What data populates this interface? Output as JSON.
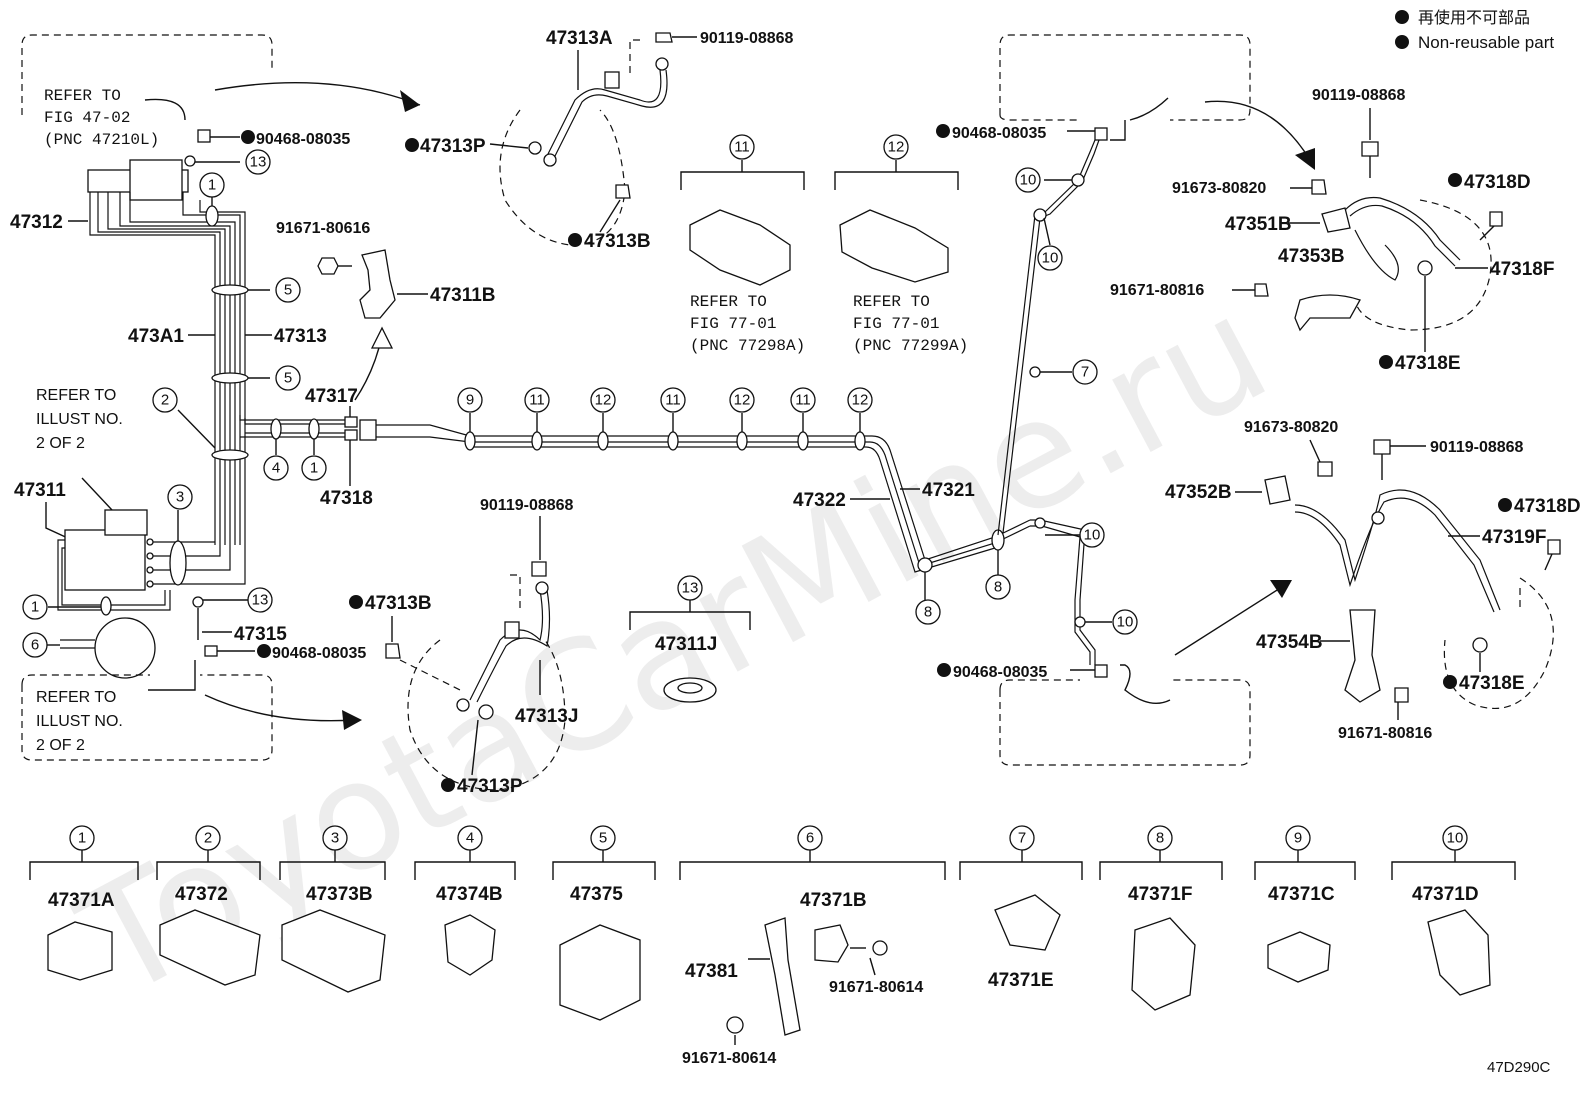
{
  "legend": {
    "line_cn": "再使用不可部品",
    "line_en": "Non-reusable part"
  },
  "illustration_code": "47D290C",
  "watermark": "ToyotaCarMine.ru",
  "refs": {
    "top_left": [
      "REFER TO",
      "FIG 47-02",
      "(PNC 47210L)"
    ],
    "illust_upper": [
      "REFER TO",
      "ILLUST NO.",
      "2 OF 2"
    ],
    "illust_lower": [
      "REFER TO",
      "ILLUST NO.",
      "2 OF 2"
    ],
    "clamp11": [
      "REFER TO",
      "FIG 77-01",
      "(PNC 77298A)"
    ],
    "clamp12": [
      "REFER TO",
      "FIG 77-01",
      "(PNC 77299A)"
    ]
  },
  "parts": {
    "p47313A": "47313A",
    "p90119_top": "90119-08868",
    "p47313P_top": "47313P",
    "p47313B_top": "47313B",
    "p90468_left": "90468-08035",
    "p47312": "47312",
    "p91671_80616": "91671-80616",
    "p47311B": "47311B",
    "p473A1": "473A1",
    "p47313": "47313",
    "p47317": "47317",
    "p47318": "47318",
    "p47311": "47311",
    "p47315": "47315",
    "p90468_left2": "90468-08035",
    "p47313B_mid": "47313B",
    "p90119_mid": "90119-08868",
    "p47313J": "47313J",
    "p47313P_mid": "47313P",
    "p47311J": "47311J",
    "p47322": "47322",
    "p47321": "47321",
    "p90468_right_top": "90468-08035",
    "p90468_right_bot": "90468-08035",
    "p90119_right_top": "90119-08868",
    "p47318D_top": "47318D",
    "p91673_top": "91673-80820",
    "p47351B": "47351B",
    "p47353B": "47353B",
    "p47318F": "47318F",
    "p91671_80816_top": "91671-80816",
    "p47318E_top": "47318E",
    "p91673_bot": "91673-80820",
    "p90119_right_bot": "90119-08868",
    "p47352B": "47352B",
    "p47318D_bot": "47318D",
    "p47319F": "47319F",
    "p47354B": "47354B",
    "p47318E_bot": "47318E",
    "p91671_80816_bot": "91671-80816"
  },
  "callouts": [
    "1",
    "2",
    "3",
    "4",
    "5",
    "6",
    "7",
    "8",
    "9",
    "10",
    "11",
    "12",
    "13"
  ],
  "bottom_row": [
    {
      "num": "1",
      "part": "47371A"
    },
    {
      "num": "2",
      "part": "47372"
    },
    {
      "num": "3",
      "part": "47373B"
    },
    {
      "num": "4",
      "part": "47374B"
    },
    {
      "num": "5",
      "part": "47375"
    },
    {
      "num": "6",
      "part": "47371B",
      "extra": [
        "47381",
        "91671-80614",
        "91671-80614"
      ]
    },
    {
      "num": "7",
      "part": "47371E"
    },
    {
      "num": "8",
      "part": "47371F"
    },
    {
      "num": "9",
      "part": "47371C"
    },
    {
      "num": "10",
      "part": "47371D"
    }
  ]
}
